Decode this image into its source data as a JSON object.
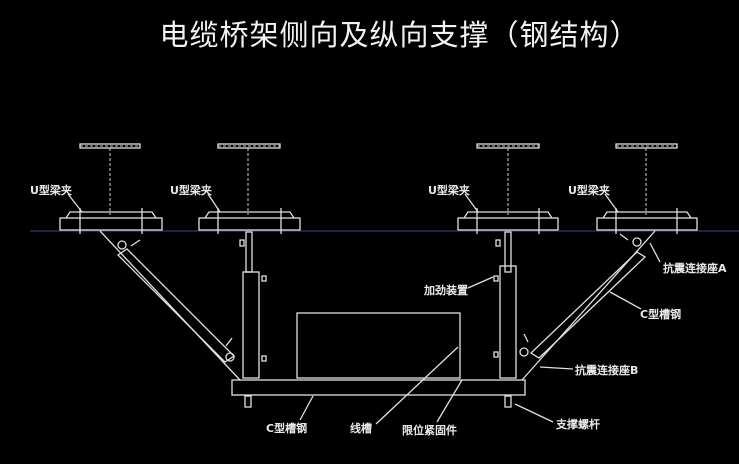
{
  "title": "电缆桥架侧向及纵向支撑（钢结构）",
  "labels": {
    "u_clamp_1": "U型梁夹",
    "u_clamp_2": "U型梁夹",
    "u_clamp_3": "U型梁夹",
    "u_clamp_4": "U型梁夹",
    "seismic_seat_a": "抗震连接座A",
    "stiffener": "加劲装置",
    "c_channel_diag": "C型槽钢",
    "seismic_seat_b": "抗震连接座B",
    "c_channel_bottom": "C型槽钢",
    "cable_tray": "线槽",
    "limit_fastener": "限位紧固件",
    "support_rod": "支撑螺杆"
  },
  "colors": {
    "background": "#000000",
    "lines": "#e0e0e0",
    "guide_line": "#2a2a6a"
  }
}
